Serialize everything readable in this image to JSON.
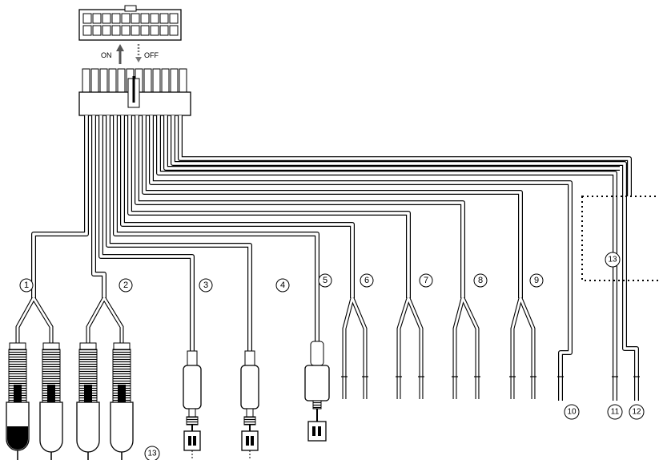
{
  "switch": {
    "on_label": "ON",
    "off_label": "OFF"
  },
  "callouts": {
    "c1": "1",
    "c2": "2",
    "c3": "3",
    "c4": "4",
    "c5": "5",
    "c6": "6",
    "c7": "7",
    "c8": "8",
    "c9": "9",
    "c10": "10",
    "c11": "11",
    "c12": "12",
    "c13_box": "13",
    "c13_bottom": "13"
  }
}
